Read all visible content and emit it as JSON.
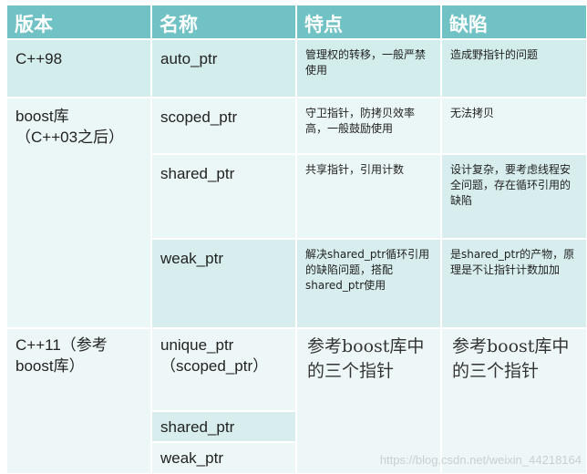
{
  "headers": [
    "版本",
    "名称",
    "特点",
    "缺陷"
  ],
  "rows": {
    "cpp98": {
      "version": "C++98",
      "name": "auto_ptr",
      "feature": "管理权的转移，一般严禁使用",
      "defect": "造成野指针的问题"
    },
    "boost": {
      "version_line1": "boost库",
      "version_line2": "（C++03之后）",
      "scoped": {
        "name": "scoped_ptr",
        "feature": "守卫指针，防拷贝效率高，一般鼓励使用",
        "defect": "无法拷贝"
      },
      "shared": {
        "name": "shared_ptr",
        "feature": "共享指针，引用计数",
        "defect": "设计复杂，要考虑线程安全问题，存在循环引用的缺陷"
      },
      "weak": {
        "name": "weak_ptr",
        "feature": "解决shared_ptr循环引用的缺陷问题，搭配shared_ptr使用",
        "defect": "是shared_ptr的产物，原理是不让指针计数加加"
      }
    },
    "cpp11": {
      "version_line1": "C++11（参考",
      "version_line2": "boost库）",
      "unique_line1": "unique_ptr",
      "unique_line2": "（scoped_ptr）",
      "shared_name": "shared_ptr",
      "weak_name": "weak_ptr",
      "feature": "参考boost库中的三个指针",
      "defect": "参考boost库中的三个指针"
    }
  },
  "watermark": "https://blog.csdn.net/weixin_44218164"
}
